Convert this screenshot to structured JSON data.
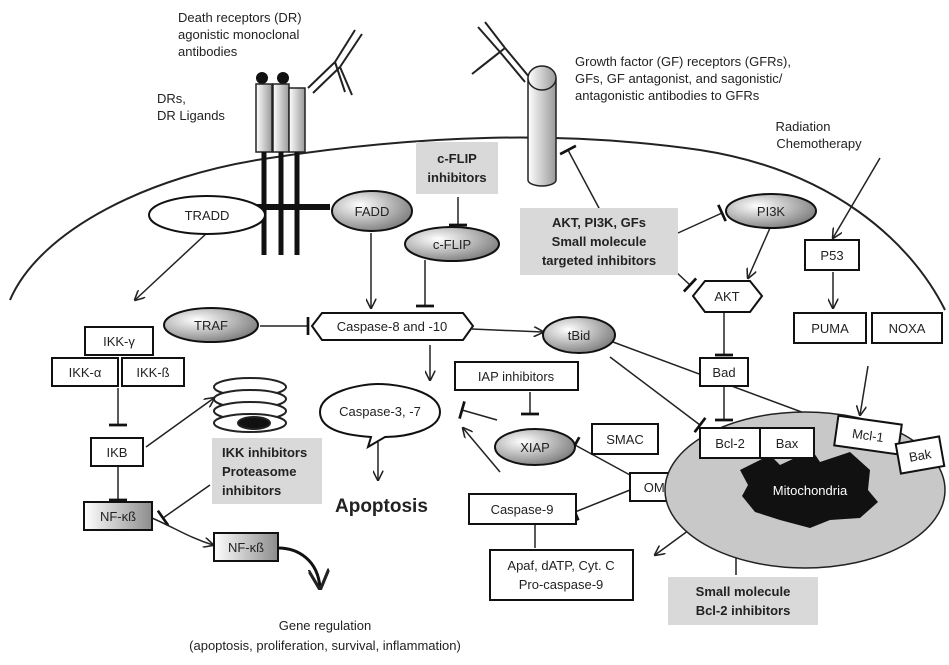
{
  "labels": {
    "dr_antibodies": [
      "Death receptors (DR)",
      "agonistic monoclonal",
      "antibodies"
    ],
    "drs": [
      "DRs,",
      "DR Ligands"
    ],
    "gfr": [
      "Growth factor (GF) receptors (GFRs),",
      "GFs, GF antagonist, and sagonistic/",
      "antagonistic antibodies to GFRs"
    ],
    "radiation": [
      "Radiation",
      "Chemotherapy"
    ],
    "gene_regulation": [
      "Gene regulation",
      "(apoptosis, proliferation, survival, inflammation)"
    ]
  },
  "nodes": {
    "tradd": "TRADD",
    "fadd": "FADD",
    "cflip": "c-FLIP",
    "traf": "TRAF",
    "caspase_8_10": "Caspase-8 and -10",
    "tbid": "tBid",
    "pi3k": "PI3K",
    "akt": "AKT",
    "p53": "P53",
    "puma": "PUMA",
    "noxa": "NOXA",
    "ikk_gamma": "IKK-γ",
    "ikk_alpha": "IKK-α",
    "ikk_beta": "IKK-ß",
    "ikb": "IKB",
    "nfkb_cyto": "NF-κß",
    "nfkb_nuc": "NF-κß",
    "caspase_3_7": "Caspase-3, -7",
    "apoptosis": "Apoptosis",
    "caspase_9": "Caspase-9",
    "xiap": "XIAP",
    "smac": "SMAC",
    "omi": "OMI",
    "bad": "Bad",
    "bcl2": "Bcl-2",
    "bax": "Bax",
    "mcl1": "Mcl-1",
    "bak": "Bak",
    "mitochondria": "Mitochondria",
    "apaf": [
      "Apaf, dATP, Cyt. C",
      "Pro-caspase-9"
    ]
  },
  "inhibitors": {
    "cflip_inhibitors": [
      "c-FLIP",
      "inhibitors"
    ],
    "akt_pi3k_gfs": [
      "AKT, PI3K, GFs",
      "Small molecule",
      "targeted inhibitors"
    ],
    "iap_inhibitors": "IAP inhibitors",
    "ikk_proteasome": [
      "IKK inhibitors",
      "Proteasome",
      "inhibitors"
    ],
    "bcl2_inhibitors": [
      "Small molecule",
      "Bcl-2 inhibitors"
    ]
  },
  "colors": {
    "gradient_dark": "#7f7f7f",
    "gradient_light": "#ffffff",
    "inhibitor_box": "#d9d9d9",
    "mitochondria_fill": "#c8c8c8",
    "mitochondria_inner": "#111111"
  }
}
